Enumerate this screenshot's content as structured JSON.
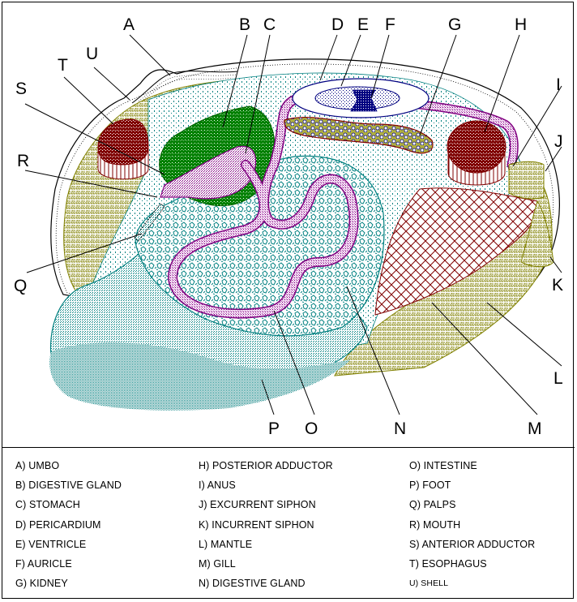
{
  "diagram": {
    "title": "Clam internal anatomy",
    "labels": [
      "A",
      "B",
      "C",
      "D",
      "E",
      "F",
      "G",
      "H",
      "I",
      "J",
      "K",
      "L",
      "M",
      "N",
      "O",
      "P",
      "Q",
      "R",
      "S",
      "T",
      "U"
    ],
    "colors": {
      "shell_outline": "#000000",
      "mantle": "#808000",
      "visceral": "#008080",
      "digestive_gland_green": "#008000",
      "stomach_intestine": "#800080",
      "adductor": "#800000",
      "heart": "#000080"
    }
  },
  "legend": {
    "columns": [
      [
        {
          "letter": "A",
          "text": "A) UMBO"
        },
        {
          "letter": "B",
          "text": "B) DIGESTIVE GLAND"
        },
        {
          "letter": "C",
          "text": "C) STOMACH"
        },
        {
          "letter": "D",
          "text": "D) PERICARDIUM"
        },
        {
          "letter": "E",
          "text": "E) VENTRICLE"
        },
        {
          "letter": "F",
          "text": "F) AURICLE"
        },
        {
          "letter": "G",
          "text": "G) KIDNEY"
        }
      ],
      [
        {
          "letter": "H",
          "text": "H) POSTERIOR ADDUCTOR"
        },
        {
          "letter": "I",
          "text": "I) ANUS"
        },
        {
          "letter": "J",
          "text": "J) EXCURRENT SIPHON"
        },
        {
          "letter": "K",
          "text": "K) INCURRENT SIPHON"
        },
        {
          "letter": "L",
          "text": "L) MANTLE"
        },
        {
          "letter": "M",
          "text": "M) GILL"
        },
        {
          "letter": "N",
          "text": "N) DIGESTIVE GLAND"
        }
      ],
      [
        {
          "letter": "O",
          "text": "O) INTESTINE"
        },
        {
          "letter": "P",
          "text": "P) FOOT"
        },
        {
          "letter": "Q",
          "text": "Q) PALPS"
        },
        {
          "letter": "R",
          "text": "R) MOUTH"
        },
        {
          "letter": "S",
          "text": "S) ANTERIOR ADDUCTOR"
        },
        {
          "letter": "T",
          "text": "T) ESOPHAGUS"
        },
        {
          "letter": "U",
          "text": "U) SHELL"
        }
      ]
    ]
  }
}
